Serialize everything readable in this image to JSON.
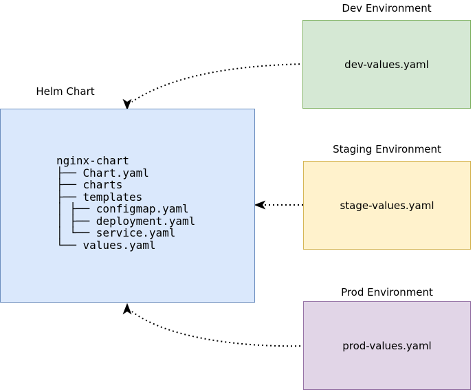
{
  "helm": {
    "title": "Helm Chart",
    "tree": [
      "nginx-chart",
      "├── Chart.yaml",
      "├── charts",
      "├── templates",
      "│ ├── configmap.yaml",
      "│ ├── deployment.yaml",
      "│ └── service.yaml",
      "└── values.yaml"
    ],
    "colors": {
      "fill": "#dae8fc",
      "stroke": "#6c8ebf"
    }
  },
  "environments": [
    {
      "title": "Dev Environment",
      "file": "dev-values.yaml",
      "colors": {
        "fill": "#d5e8d4",
        "stroke": "#82b366"
      }
    },
    {
      "title": "Staging Environment",
      "file": "stage-values.yaml",
      "colors": {
        "fill": "#fff2cc",
        "stroke": "#d6b656"
      }
    },
    {
      "title": "Prod Environment",
      "file": "prod-values.yaml",
      "colors": {
        "fill": "#e1d5e7",
        "stroke": "#9673a6"
      }
    }
  ],
  "arrows": {
    "color": "#000000",
    "style": "dotted",
    "connections": [
      {
        "from": "dev-values.yaml",
        "to": "Helm Chart"
      },
      {
        "from": "stage-values.yaml",
        "to": "Helm Chart"
      },
      {
        "from": "prod-values.yaml",
        "to": "Helm Chart"
      }
    ]
  }
}
